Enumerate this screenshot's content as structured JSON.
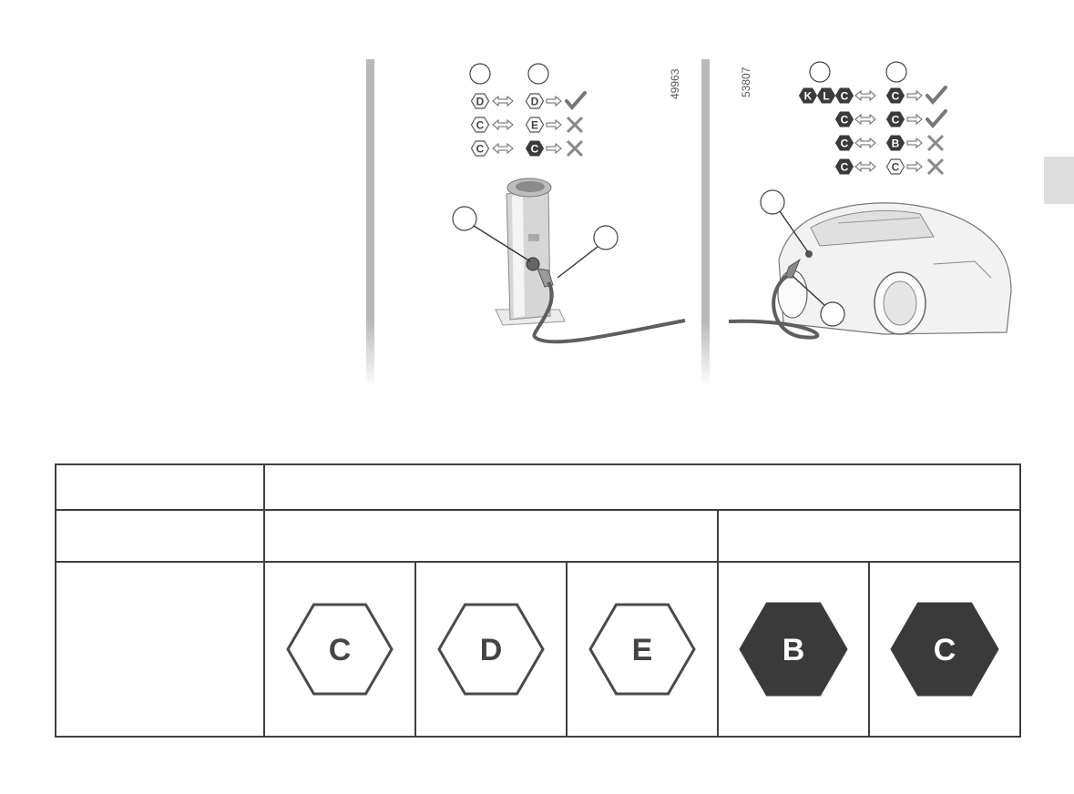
{
  "station_figure": {
    "ref_number": "49963",
    "compat_rows": [
      {
        "left": "D",
        "right": "D",
        "right_style": "outline",
        "result": "check"
      },
      {
        "left": "C",
        "right": "E",
        "right_style": "outline",
        "result": "cross"
      },
      {
        "left": "C",
        "right": "C",
        "right_style": "filled",
        "result": "cross"
      }
    ]
  },
  "car_figure": {
    "ref_number": "53807",
    "compat_rows": [
      {
        "left": [
          "K",
          "L",
          "C"
        ],
        "right": "C",
        "right_style": "filled",
        "result": "check"
      },
      {
        "left": [
          "C"
        ],
        "right": "C",
        "right_style": "filled",
        "result": "check"
      },
      {
        "left": [
          "C"
        ],
        "right": "B",
        "right_style": "filled",
        "result": "cross"
      },
      {
        "left": [
          "C"
        ],
        "right": "C",
        "right_style": "outline",
        "result": "cross"
      }
    ]
  },
  "table": {
    "header_label": "",
    "header_span": "",
    "row2_label": "",
    "row2_group_a": "",
    "row2_group_b": "",
    "row3_label": "",
    "symbols": [
      {
        "letter": "C",
        "style": "outline"
      },
      {
        "letter": "D",
        "style": "outline"
      },
      {
        "letter": "E",
        "style": "outline"
      },
      {
        "letter": "B",
        "style": "filled"
      },
      {
        "letter": "C",
        "style": "filled"
      }
    ]
  },
  "colors": {
    "dark_hex": "#3a3a3a",
    "outline_hex": "#4a4a4a",
    "table_border": "#3f3f3f",
    "panel_bar": "#b9b9b9",
    "side_tab": "#dddddd"
  }
}
